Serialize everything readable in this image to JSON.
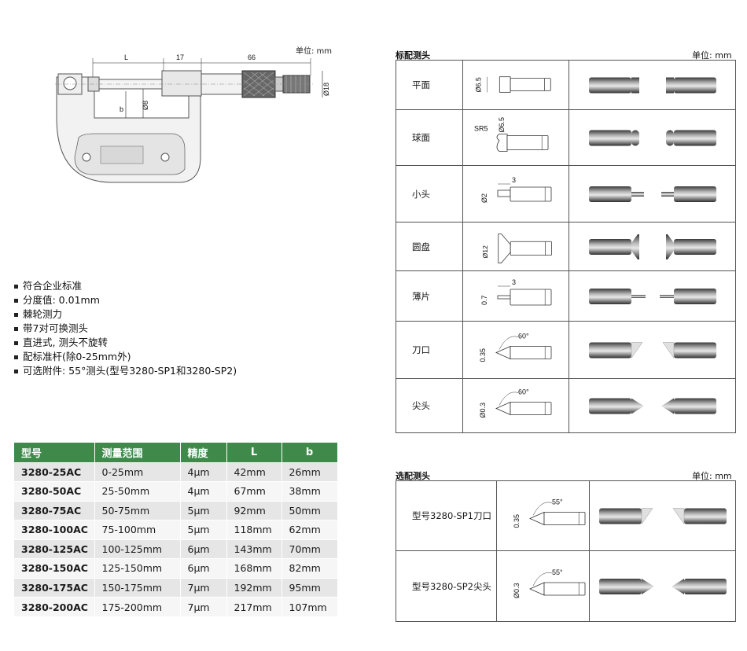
{
  "drawing": {
    "unit_label": "单位: mm",
    "dim_L": "L",
    "dim_17": "17",
    "dim_66": "66",
    "dim_phi18": "Ø18",
    "dim_phi8": "Ø8",
    "dim_b": "b"
  },
  "features": [
    "符合企业标准",
    "分度值: 0.01mm",
    "棘轮测力",
    "带7对可换测头",
    "直进式, 测头不旋转",
    "配标准杆(除0-25mm外)",
    "可选附件: 55°测头(型号3280-SP1和3280-SP2)"
  ],
  "spec_table": {
    "headers": [
      "型号",
      "测量范围",
      "精度",
      "L",
      "b"
    ],
    "rows": [
      [
        "3280-25AC",
        "0-25mm",
        "4μm",
        "42mm",
        "26mm"
      ],
      [
        "3280-50AC",
        "25-50mm",
        "4μm",
        "67mm",
        "38mm"
      ],
      [
        "3280-75AC",
        "50-75mm",
        "5μm",
        "92mm",
        "50mm"
      ],
      [
        "3280-100AC",
        "75-100mm",
        "5μm",
        "118mm",
        "62mm"
      ],
      [
        "3280-125AC",
        "100-125mm",
        "6μm",
        "143mm",
        "70mm"
      ],
      [
        "3280-150AC",
        "125-150mm",
        "6μm",
        "168mm",
        "82mm"
      ],
      [
        "3280-175AC",
        "150-175mm",
        "7μm",
        "192mm",
        "95mm"
      ],
      [
        "3280-200AC",
        "175-200mm",
        "7μm",
        "217mm",
        "107mm"
      ]
    ]
  },
  "standard_probes": {
    "title": "标配测头",
    "unit": "单位: mm",
    "rows": [
      {
        "name": "平面",
        "dims": [
          "Ø6.5"
        ]
      },
      {
        "name": "球面",
        "dims": [
          "SR5",
          "Ø6.5"
        ]
      },
      {
        "name": "小头",
        "dims": [
          "Ø2",
          "3"
        ]
      },
      {
        "name": "圆盘",
        "dims": [
          "Ø12"
        ]
      },
      {
        "name": "薄片",
        "dims": [
          "0.7",
          "3"
        ]
      },
      {
        "name": "刀口",
        "dims": [
          "0.35",
          "60°"
        ]
      },
      {
        "name": "尖头",
        "dims": [
          "Ø0.3",
          "60°"
        ]
      }
    ]
  },
  "optional_probes": {
    "title": "选配测头",
    "unit": "单位: mm",
    "rows": [
      {
        "name": "型号3280-SP1刀口",
        "dims": [
          "0.35",
          "55°"
        ]
      },
      {
        "name": "型号3280-SP2尖头",
        "dims": [
          "Ø0.3",
          "55°"
        ]
      }
    ]
  }
}
